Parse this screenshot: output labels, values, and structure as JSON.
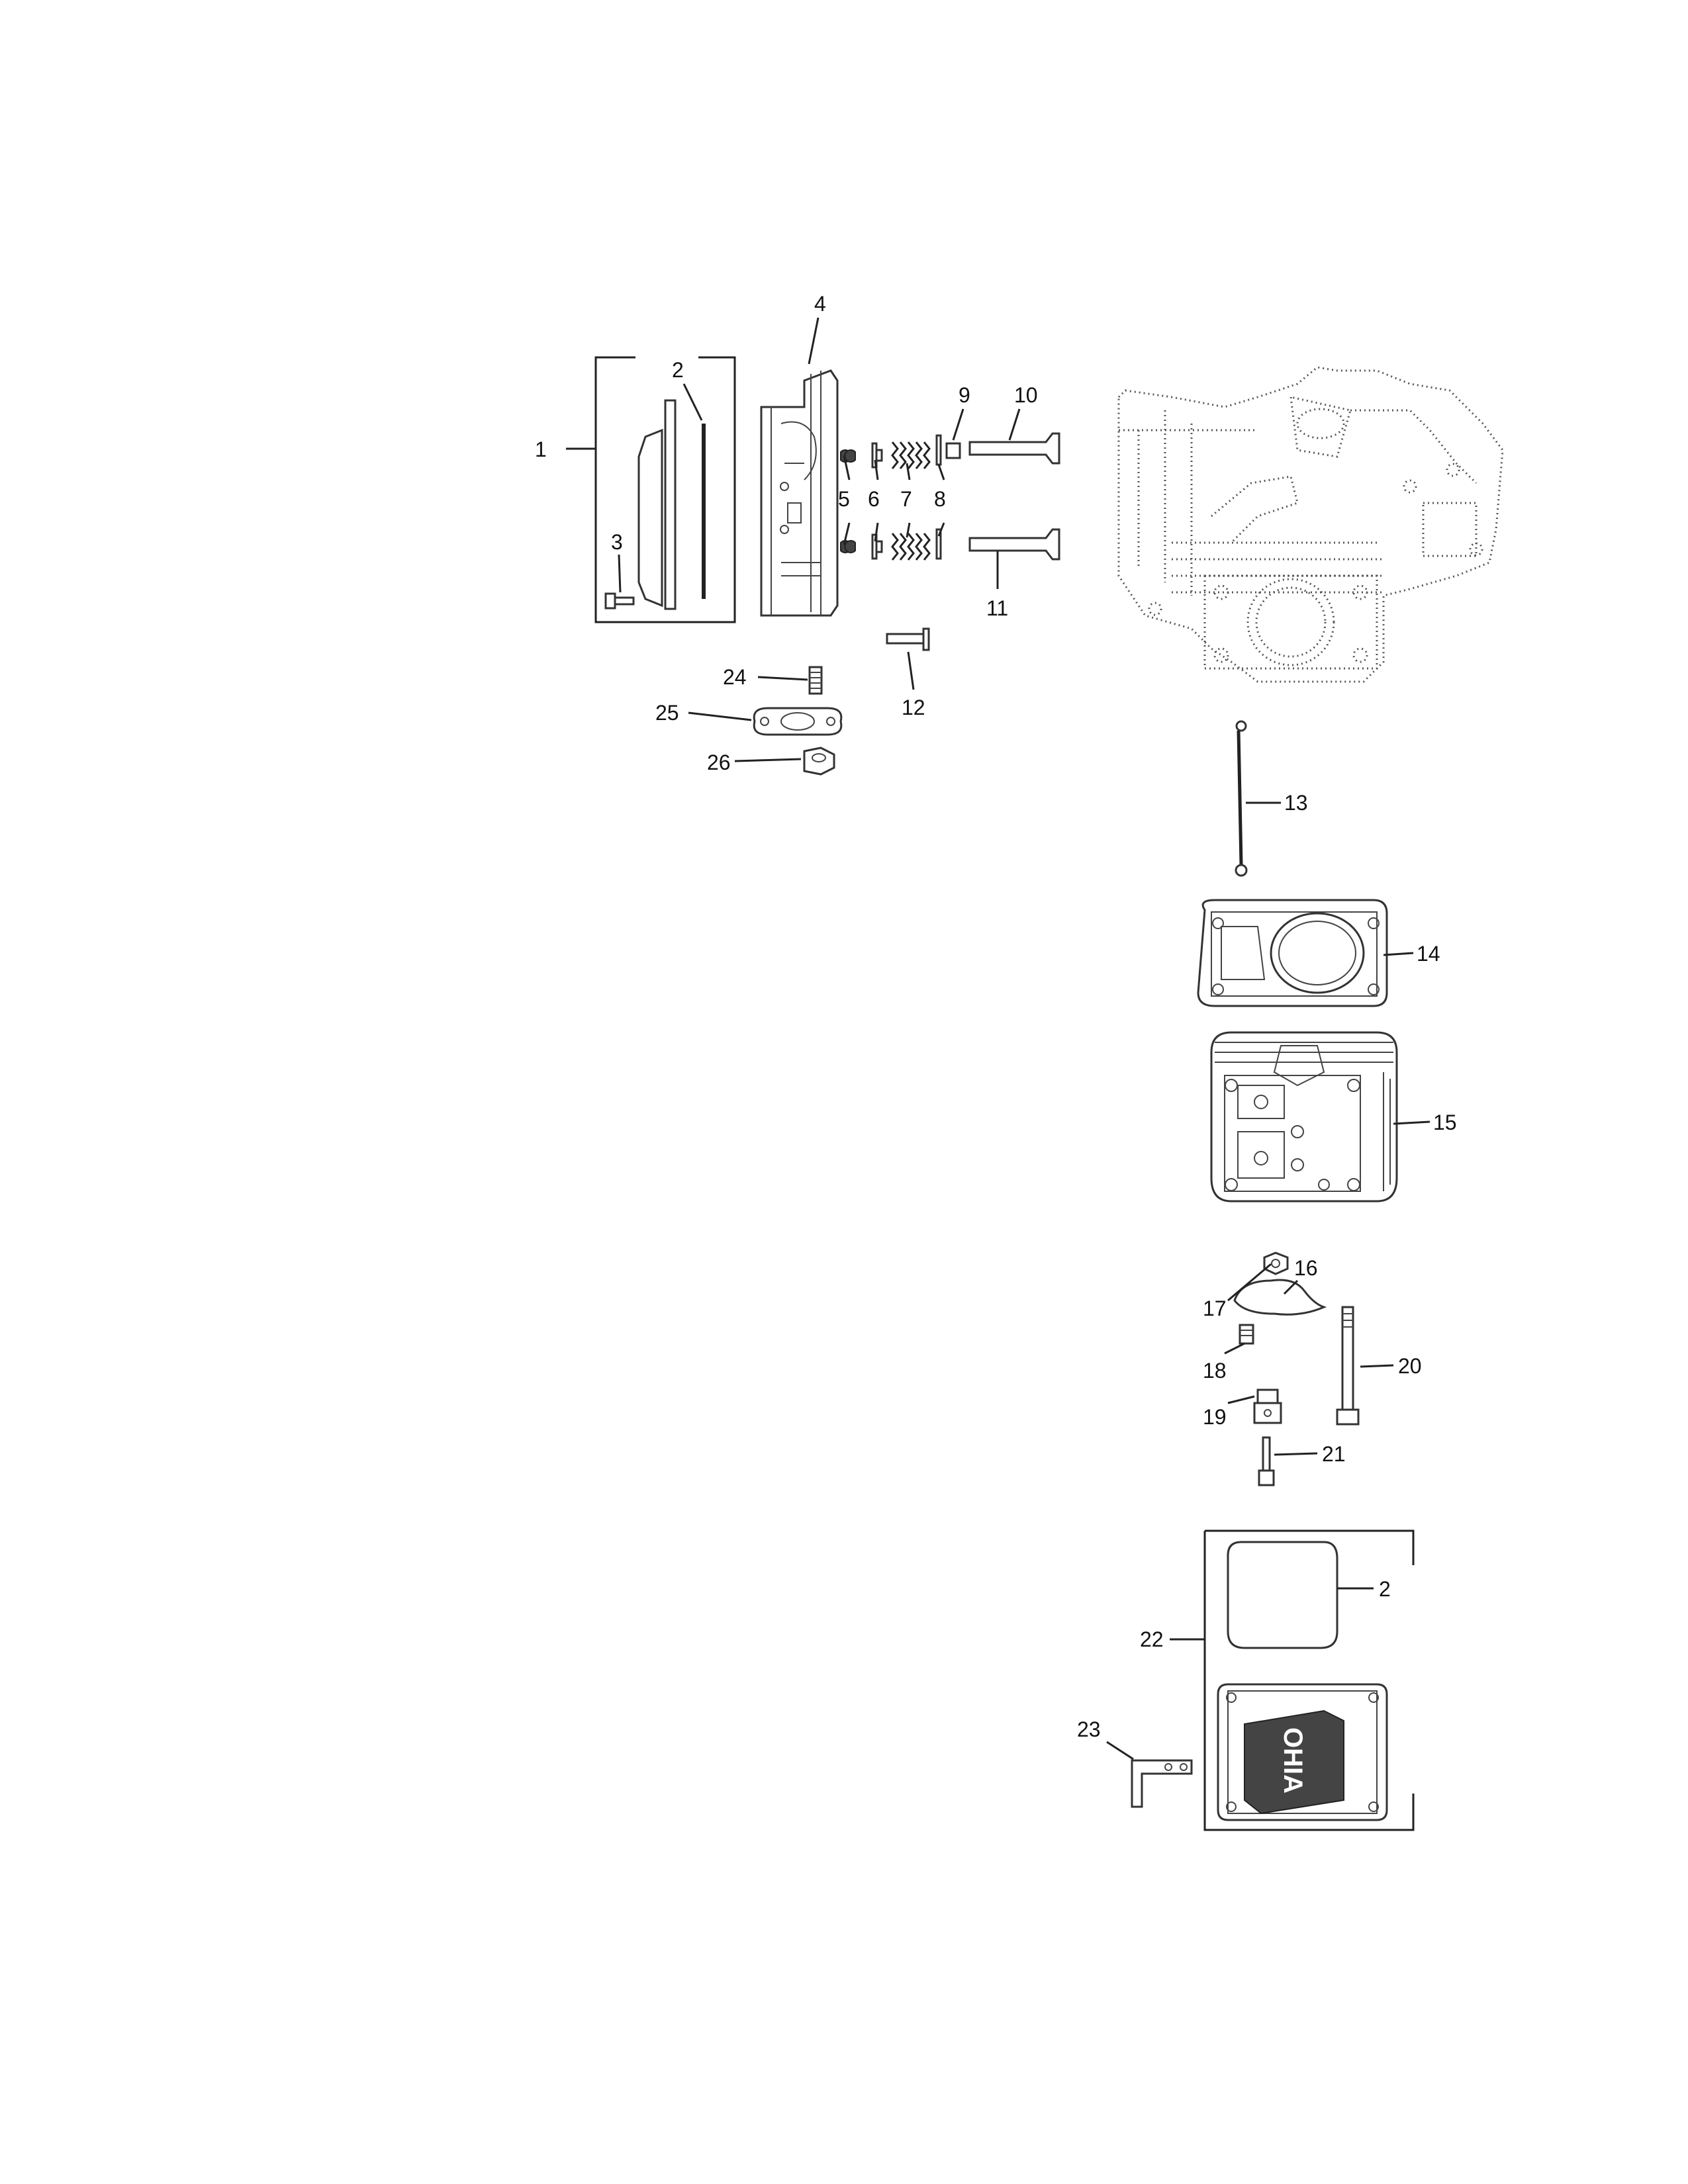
{
  "diagram": {
    "callouts": {
      "c1": "1",
      "c2a": "2",
      "c3": "3",
      "c4": "4",
      "c5": "5",
      "c6": "6",
      "c7": "7",
      "c8": "8",
      "c9": "9",
      "c10": "10",
      "c11": "11",
      "c12": "12",
      "c13": "13",
      "c14": "14",
      "c15": "15",
      "c16": "16",
      "c17": "17",
      "c18": "18",
      "c19": "19",
      "c20": "20",
      "c21": "21",
      "c22": "22",
      "c2b": "2",
      "c23": "23",
      "c24": "24",
      "c25": "25",
      "c26": "26"
    },
    "brand_text": "OHIA"
  }
}
